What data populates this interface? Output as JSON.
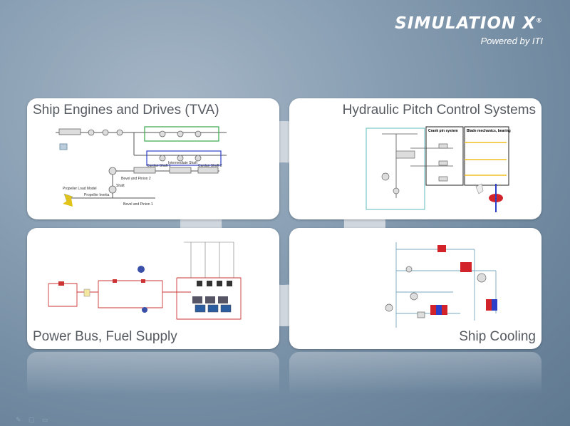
{
  "logo": {
    "title": "SIMULATION X",
    "subtitle": "Powered by ITI",
    "mark": "®"
  },
  "panels": [
    {
      "title": "Ship Engines and Drives (TVA)",
      "diagram": "ship-engine-schematic"
    },
    {
      "title": "Hydraulic Pitch Control Systems",
      "diagram": "hydraulic-pitch-schematic"
    },
    {
      "title": "Power Bus, Fuel Supply",
      "diagram": "power-bus-schematic"
    },
    {
      "title": "Ship Cooling",
      "diagram": "ship-cooling-schematic"
    }
  ],
  "diagram_labels": {
    "cardan1": "Cardan Shaft 1",
    "intermediate": "Intermediate Shaft",
    "cardan2": "Cardan Shaft 2",
    "bevel2": "Bevel and Pinion 2",
    "shaft": "Shaft",
    "propLoad": "Propeller Load Model",
    "propInertia": "Propeller Inertia",
    "bevel1": "Bevel and Pinion 1",
    "crank": "Crank pin system",
    "blade": "Blade mechanics, bearing"
  },
  "colors": {
    "accent_green": "#3aa84a",
    "accent_blue": "#2d3fc8",
    "accent_red": "#d2232a",
    "ring": "#cfd6de"
  },
  "footer_icons": "✎ ▢ ▭"
}
